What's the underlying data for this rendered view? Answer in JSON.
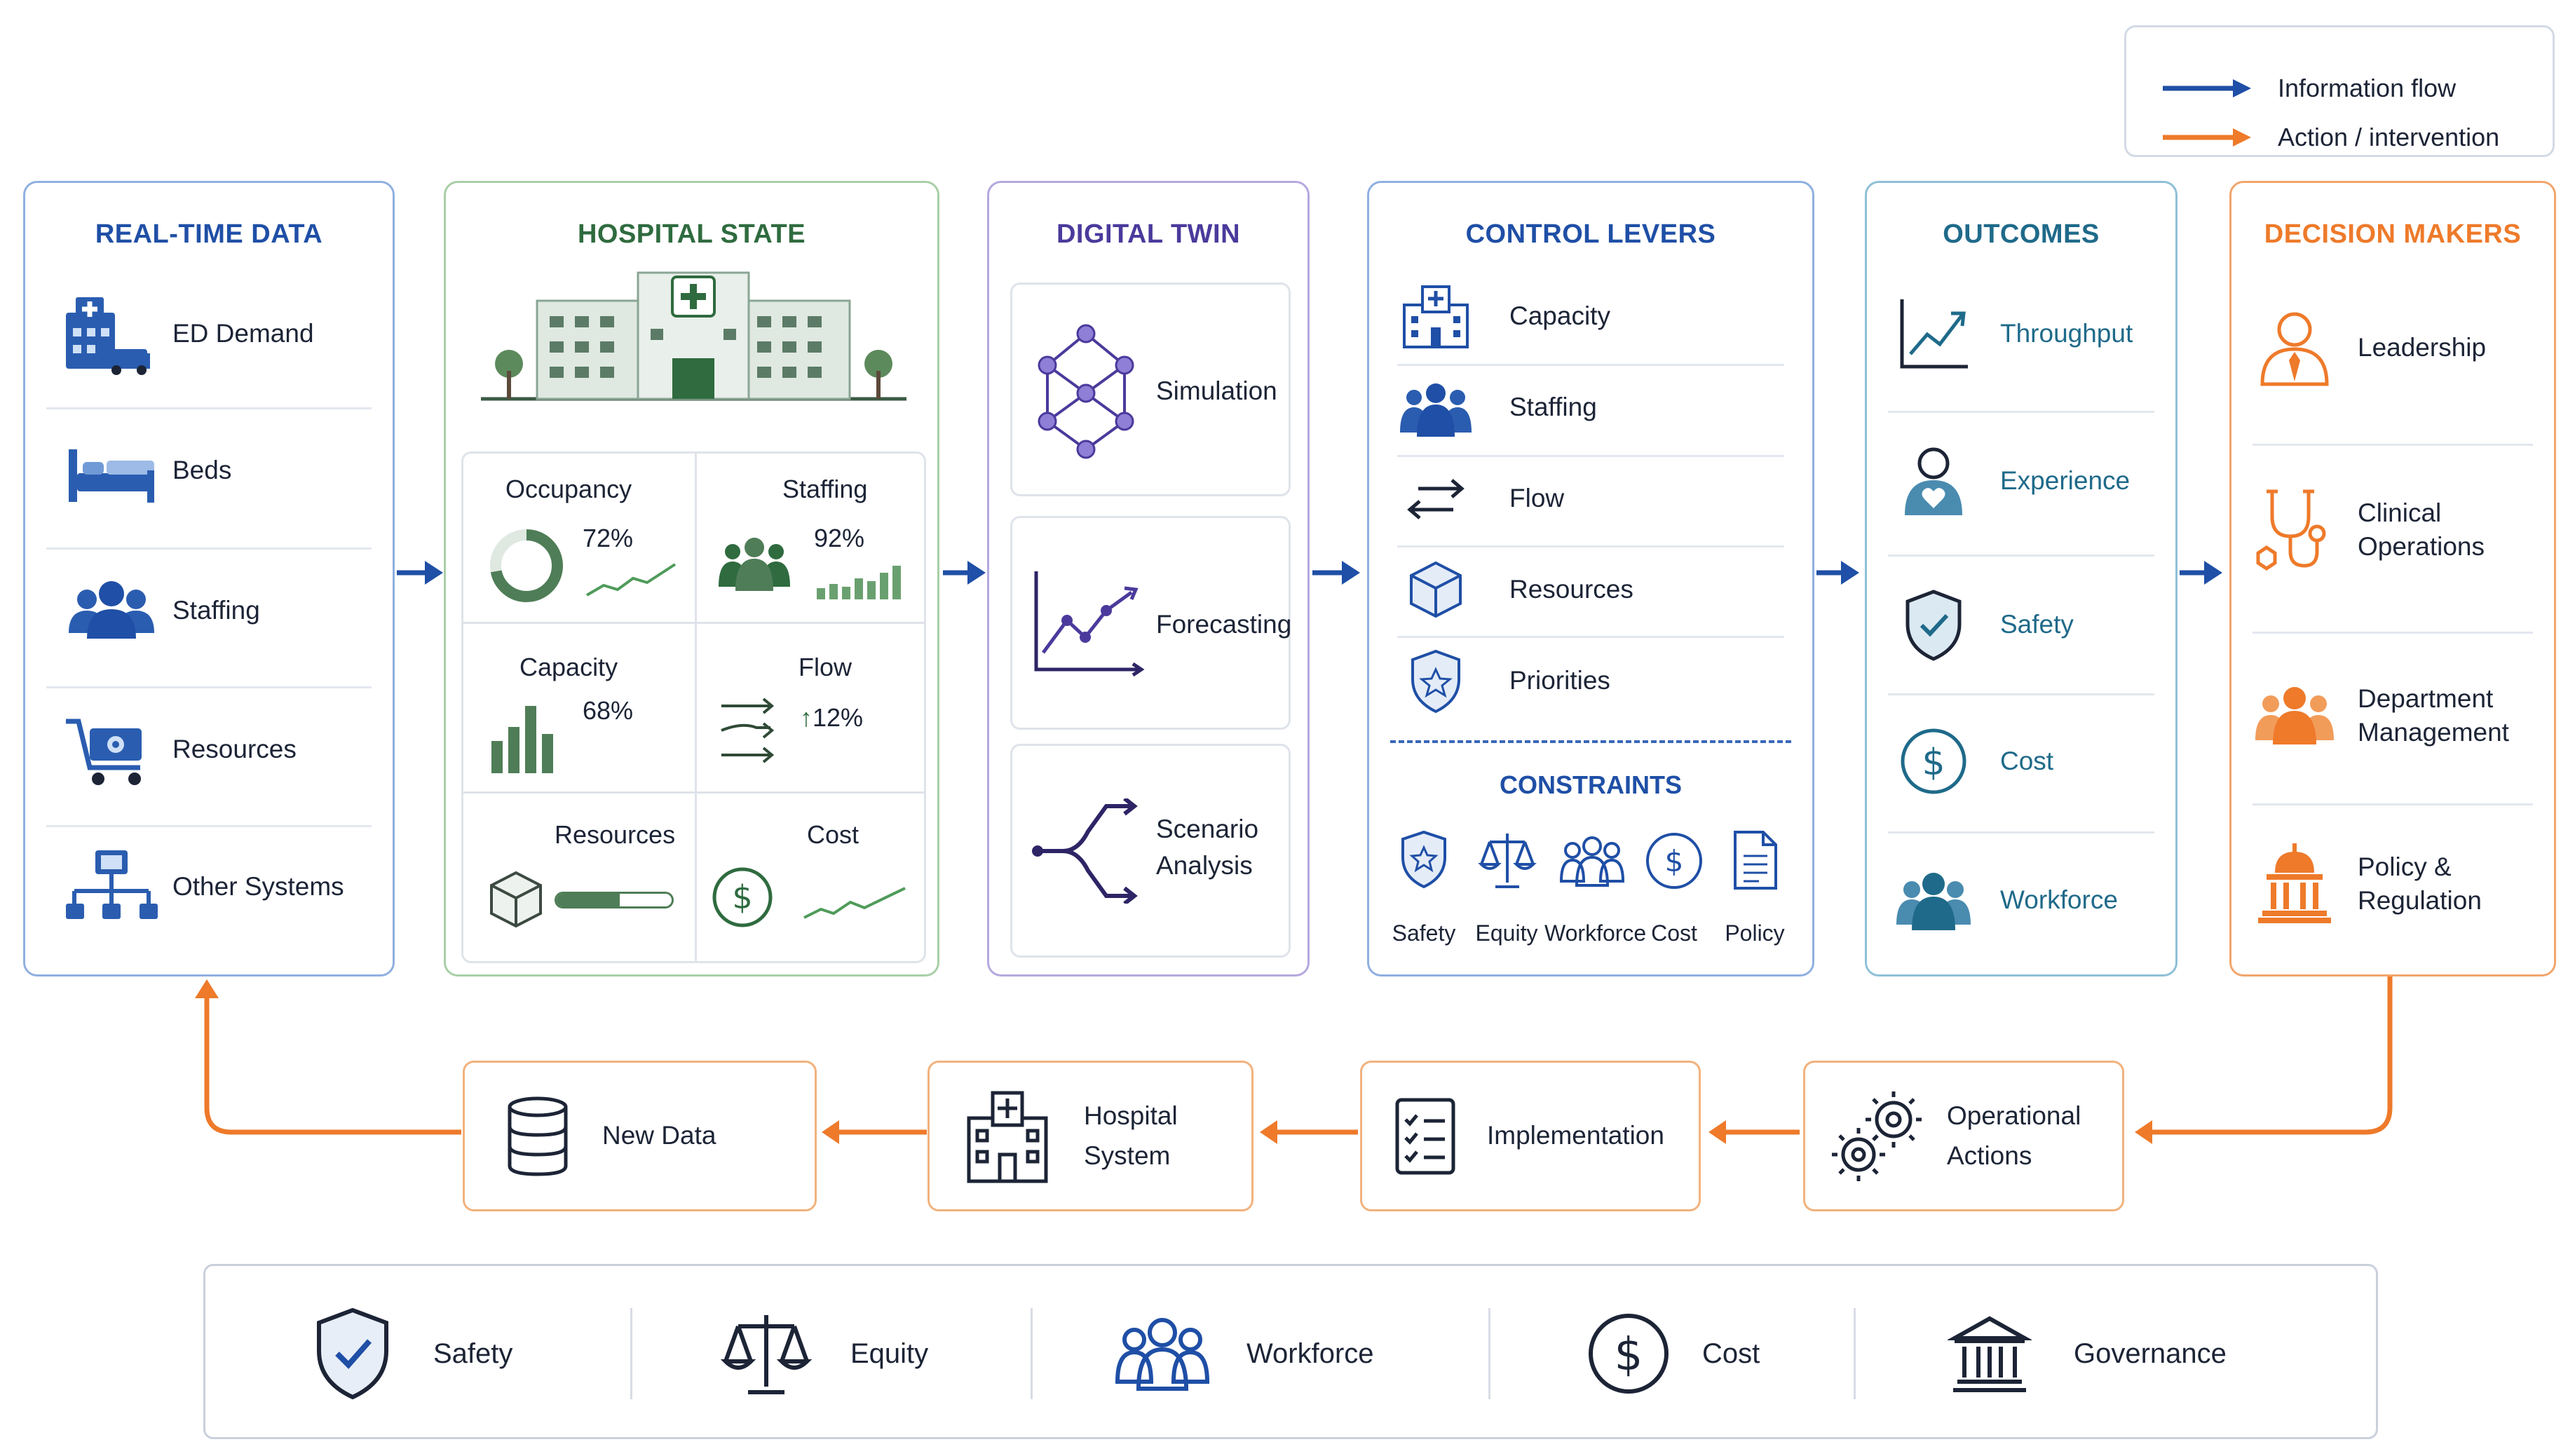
{
  "legend": {
    "information_flow": "Information flow",
    "action_intervention": "Action / intervention"
  },
  "colors": {
    "blue": "#1f4fa6",
    "green": "#2f6b3f",
    "purple": "#4b3a9c",
    "orange": "#ee7a2a",
    "teal": "#1f6a8a"
  },
  "realtime": {
    "title": "REAL-TIME DATA",
    "items": [
      {
        "label": "ED Demand",
        "icon": "hospital-ambulance-icon"
      },
      {
        "label": "Beds",
        "icon": "bed-icon"
      },
      {
        "label": "Staffing",
        "icon": "people-icon"
      },
      {
        "label": "Resources",
        "icon": "cart-icon"
      },
      {
        "label": "Other Systems",
        "icon": "network-icon"
      }
    ]
  },
  "hospital_state": {
    "title": "HOSPITAL STATE",
    "metrics": {
      "occupancy": {
        "title": "Occupancy",
        "value": "72%"
      },
      "staffing": {
        "title": "Staffing",
        "value": "92%"
      },
      "capacity": {
        "title": "Capacity",
        "value": "68%"
      },
      "flow": {
        "title": "Flow",
        "value": "12%"
      },
      "resources": {
        "title": "Resources",
        "level": 0.55
      },
      "cost": {
        "title": "Cost"
      }
    }
  },
  "digital_twin": {
    "title": "DIGITAL TWIN",
    "items": [
      {
        "label": "Simulation"
      },
      {
        "label": "Forecasting"
      },
      {
        "label_line1": "Scenario",
        "label_line2": "Analysis"
      }
    ]
  },
  "control_levers": {
    "title": "CONTROL LEVERS",
    "items": [
      "Capacity",
      "Staffing",
      "Flow",
      "Resources",
      "Priorities"
    ],
    "constraints_title": "CONSTRAINTS",
    "constraints": [
      "Safety",
      "Equity",
      "Workforce",
      "Cost",
      "Policy"
    ]
  },
  "outcomes": {
    "title": "OUTCOMES",
    "items": [
      "Throughput",
      "Experience",
      "Safety",
      "Cost",
      "Workforce"
    ]
  },
  "decision_makers": {
    "title": "DECISION MAKERS",
    "items": [
      {
        "line1": "Leadership",
        "line2": ""
      },
      {
        "line1": "Clinical",
        "line2": "Operations"
      },
      {
        "line1": "Department",
        "line2": "Management"
      },
      {
        "line1": "Policy &",
        "line2": "Regulation"
      }
    ]
  },
  "feedback": {
    "operational_actions": {
      "line1": "Operational",
      "line2": "Actions"
    },
    "implementation": {
      "line1": "Implementation"
    },
    "hospital_system": {
      "line1": "Hospital",
      "line2": "System"
    },
    "new_data": {
      "line1": "New Data"
    }
  },
  "footer": {
    "items": [
      "Safety",
      "Equity",
      "Workforce",
      "Cost",
      "Governance"
    ]
  }
}
